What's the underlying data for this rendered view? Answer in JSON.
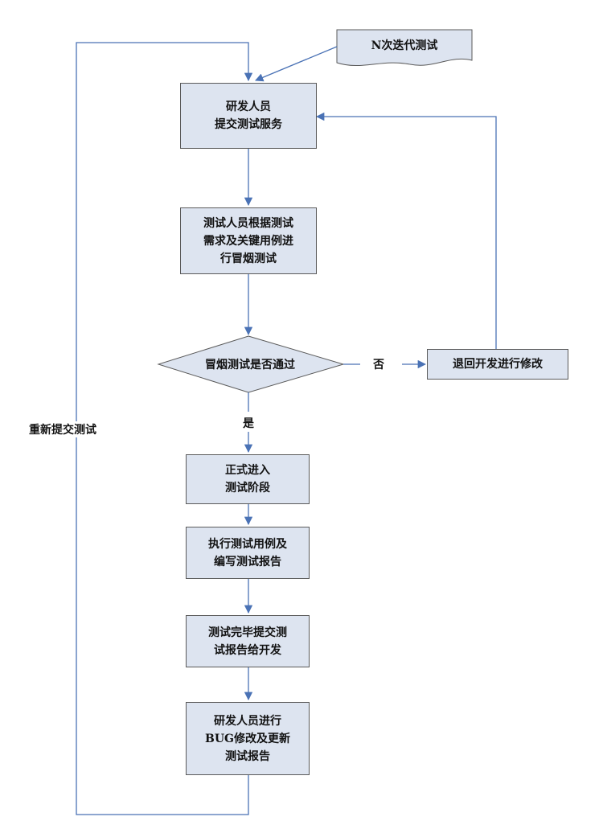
{
  "flowchart": {
    "iteration_doc": "N次迭代测试",
    "submit_service": "研发人员\n提交测试服务",
    "smoke_test": "测试人员根据测试\n需求及关键用例进\n行冒烟测试",
    "decision": "冒烟测试是否通过",
    "no_label": "否",
    "return_dev": "退回开发进行修改",
    "yes_label": "是",
    "formal_test": "正式进入\n测试阶段",
    "execute_cases": "执行测试用例及\n编写测试报告",
    "submit_report": "测试完毕提交测\n试报告给开发",
    "dev_fix": "研发人员进行\nBUG修改及更新\n测试报告",
    "resubmit_label": "重新提交测试"
  },
  "colors": {
    "box_fill": "#dde4f0",
    "box_border": "#5a5a5a",
    "connector": "#4a72b5"
  }
}
